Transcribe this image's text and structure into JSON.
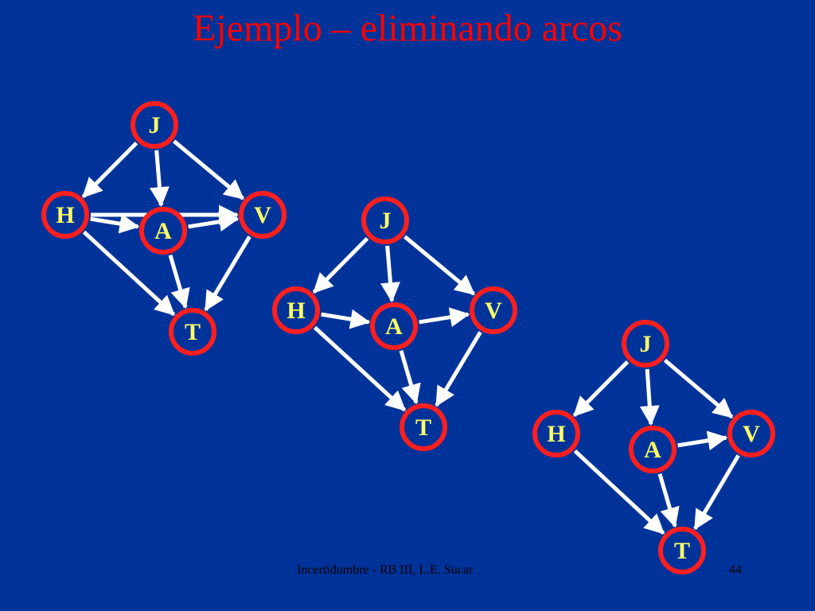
{
  "slide": {
    "title": "Ejemplo – eliminando arcos",
    "footer": "Incertidumbre - RB III, L.E. Sucar",
    "page_number": "44"
  },
  "colors": {
    "background": "#003399",
    "title": "#ff0000",
    "node_ring": "#ff1f1f",
    "node_fill": "#003399",
    "node_label": "#ffff66",
    "arc": "#ffffff",
    "footer": "#000000"
  },
  "graphs": [
    {
      "name": "graph-1",
      "nodes": [
        {
          "id": "J",
          "label": "J"
        },
        {
          "id": "H",
          "label": "H"
        },
        {
          "id": "V",
          "label": "V"
        },
        {
          "id": "A",
          "label": "A"
        },
        {
          "id": "T",
          "label": "T"
        }
      ],
      "edges": [
        [
          "J",
          "H"
        ],
        [
          "J",
          "A"
        ],
        [
          "J",
          "V"
        ],
        [
          "H",
          "V"
        ],
        [
          "H",
          "A"
        ],
        [
          "A",
          "V"
        ],
        [
          "H",
          "T"
        ],
        [
          "A",
          "T"
        ],
        [
          "V",
          "T"
        ]
      ]
    },
    {
      "name": "graph-2",
      "nodes": [
        {
          "id": "J",
          "label": "J"
        },
        {
          "id": "H",
          "label": "H"
        },
        {
          "id": "V",
          "label": "V"
        },
        {
          "id": "A",
          "label": "A"
        },
        {
          "id": "T",
          "label": "T"
        }
      ],
      "edges": [
        [
          "J",
          "H"
        ],
        [
          "J",
          "A"
        ],
        [
          "J",
          "V"
        ],
        [
          "H",
          "A"
        ],
        [
          "A",
          "V"
        ],
        [
          "H",
          "T"
        ],
        [
          "A",
          "T"
        ],
        [
          "V",
          "T"
        ]
      ]
    },
    {
      "name": "graph-3",
      "nodes": [
        {
          "id": "J",
          "label": "J"
        },
        {
          "id": "H",
          "label": "H"
        },
        {
          "id": "V",
          "label": "V"
        },
        {
          "id": "A",
          "label": "A"
        },
        {
          "id": "T",
          "label": "T"
        }
      ],
      "edges": [
        [
          "J",
          "H"
        ],
        [
          "J",
          "A"
        ],
        [
          "J",
          "V"
        ],
        [
          "A",
          "V"
        ],
        [
          "H",
          "T"
        ],
        [
          "A",
          "T"
        ],
        [
          "V",
          "T"
        ]
      ]
    }
  ]
}
